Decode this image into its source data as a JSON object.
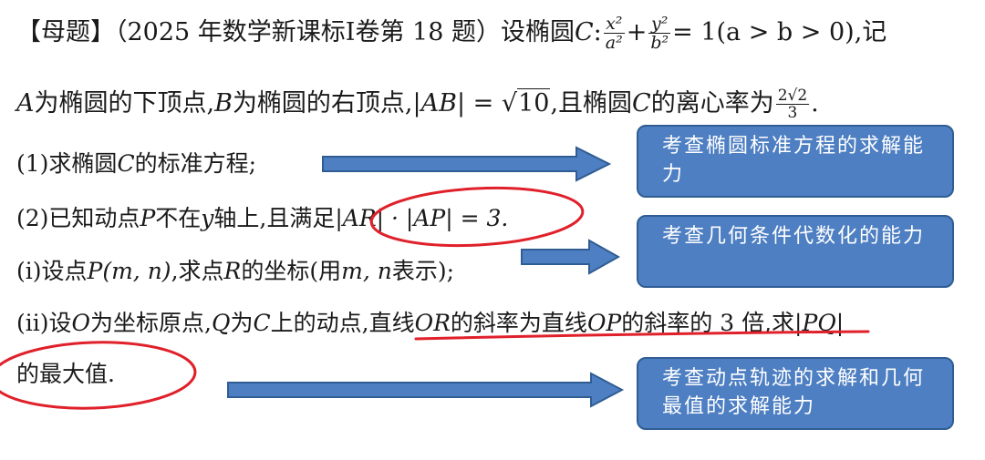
{
  "problem": {
    "source_tag": "【母题】",
    "source_paren": "（2025 年数学新课标Ⅰ卷第 18 题）",
    "intro": "设椭圆",
    "ellipse_name": "C",
    "colon": ":",
    "eq_x_num": "x²",
    "eq_x_den": "a²",
    "plus": "+",
    "eq_y_num": "y²",
    "eq_y_den": "b²",
    "eq_rhs": "= 1(a > b > 0),",
    "intro_end": "记",
    "l2_A": "A",
    "l2_t1": "为椭圆的下顶点,",
    "l2_B": "B",
    "l2_t2": "为椭圆的右顶点,",
    "l2_ab": "|AB| = ",
    "l2_sqrt_sym": "√",
    "l2_sqrt_body": "10",
    "l2_t3": ",且椭圆",
    "l2_C": "C",
    "l2_t4": "的离心率为",
    "ecc_num": "2√2",
    "ecc_den": "3",
    "l2_end": ".",
    "q1_label": "(1)",
    "q1_t1": "求椭圆",
    "q1_C": "C",
    "q1_t2": "的标准方程;",
    "q2_label": "(2)",
    "q2_t1": "已知动点",
    "q2_P": "P",
    "q2_t2": "不在",
    "q2_y": "y",
    "q2_t3": "轴上,且满足",
    "q2_cond": "|AR| · |AP| = 3.",
    "qi_label": "(i)",
    "qi_t1": "设点",
    "qi_pt": "P(m, n)",
    "qi_t2": ",求点",
    "qi_R": "R",
    "qi_t3": "的坐标(用",
    "qi_mn": "m, n",
    "qi_t4": "表示);",
    "qii_label": "(ii)",
    "qii_t1": "设",
    "qii_O": "O",
    "qii_t2": "为坐标原点,",
    "qii_Q": "Q",
    "qii_t3": "为",
    "qii_C": "C",
    "qii_t4": "上的动点,",
    "qii_t5": "直线",
    "qii_OR": "OR",
    "qii_t6": "的斜率为直线",
    "qii_OP": "OP",
    "qii_t7": "的斜率的 3 倍,",
    "qii_t8": "求",
    "qii_PQ": "|PQ|",
    "qii_t9": "的最大值."
  },
  "notes": [
    "考查椭圆标准方程的求解能力",
    "考查几何条件代数化的能力",
    "考查动点轨迹的求解和几何最值的求解能力"
  ],
  "colors": {
    "arrow_fill": "#4e7fc2",
    "arrow_stroke": "#2f5d93",
    "note_fill": "#4e7fc2",
    "annotation_red": "#e0202a"
  }
}
